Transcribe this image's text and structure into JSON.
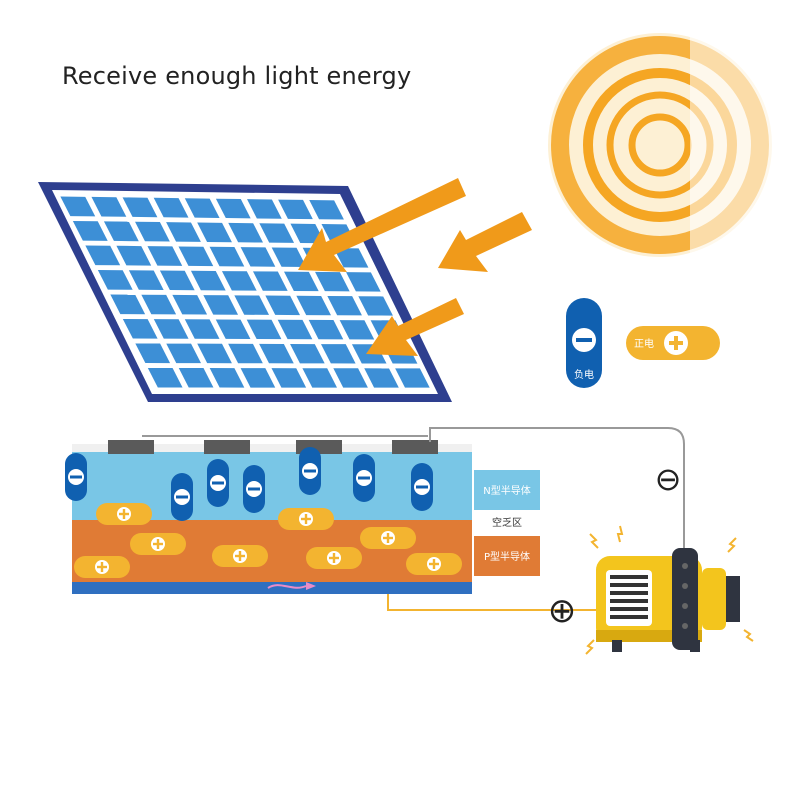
{
  "title": "Receive enough light energy",
  "labels": {
    "negative": "负电",
    "positive": "正电",
    "n_type": "N型半导体",
    "depletion": "空乏区",
    "p_type": "P型半导体"
  },
  "symbols": {
    "minus": "⊖",
    "plus": "⊕"
  },
  "colors": {
    "sun": "#f5a623",
    "arrow": "#f09a1a",
    "panel_frame": "#2e3f8f",
    "panel_cell": "#3d8fd6",
    "n_layer": "#79c6e6",
    "p_layer": "#e07b35",
    "electron": "#1060b0",
    "hole": "#f3b430",
    "motor": "#f3c51d"
  }
}
